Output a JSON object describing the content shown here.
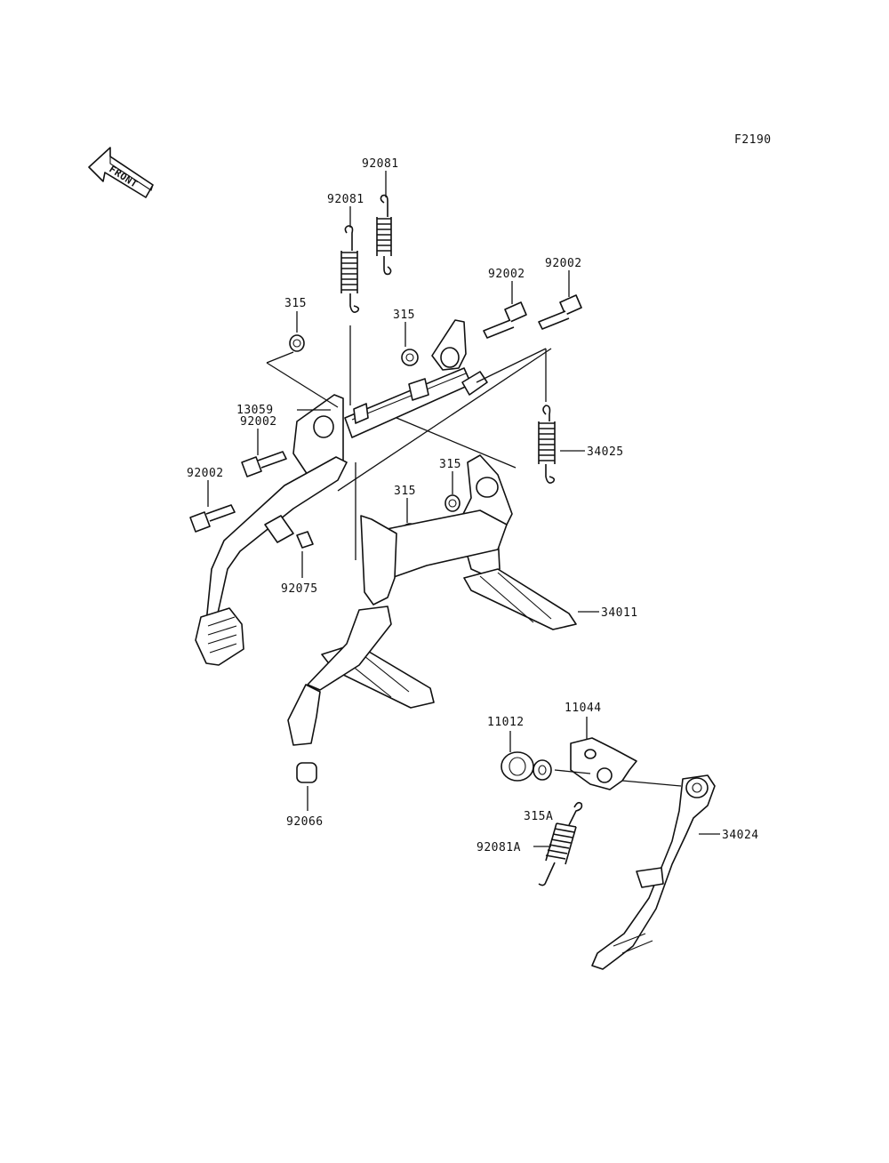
{
  "figure_code": "F2190",
  "front_arrow_label": "FRONT",
  "labels": {
    "spring_92081_top": "92081",
    "spring_92081_left": "92081",
    "nut_315_left": "315",
    "nut_315_mid": "315",
    "bolt_92002_a": "92002",
    "bolt_92002_b": "92002",
    "bracket_13059": "13059",
    "bolt_92002_c": "92002",
    "bolt_92002_d": "92002",
    "spring_34025": "34025",
    "nut_315_right": "315",
    "nut_315_low": "315",
    "bolt_92075": "92075",
    "stand_34011": "34011",
    "cap_92066": "92066",
    "rubber_11012": "11012",
    "switch_11044": "11044",
    "nut_315A": "315A",
    "spring_92081A": "92081A",
    "sidestand_34024": "34024"
  }
}
